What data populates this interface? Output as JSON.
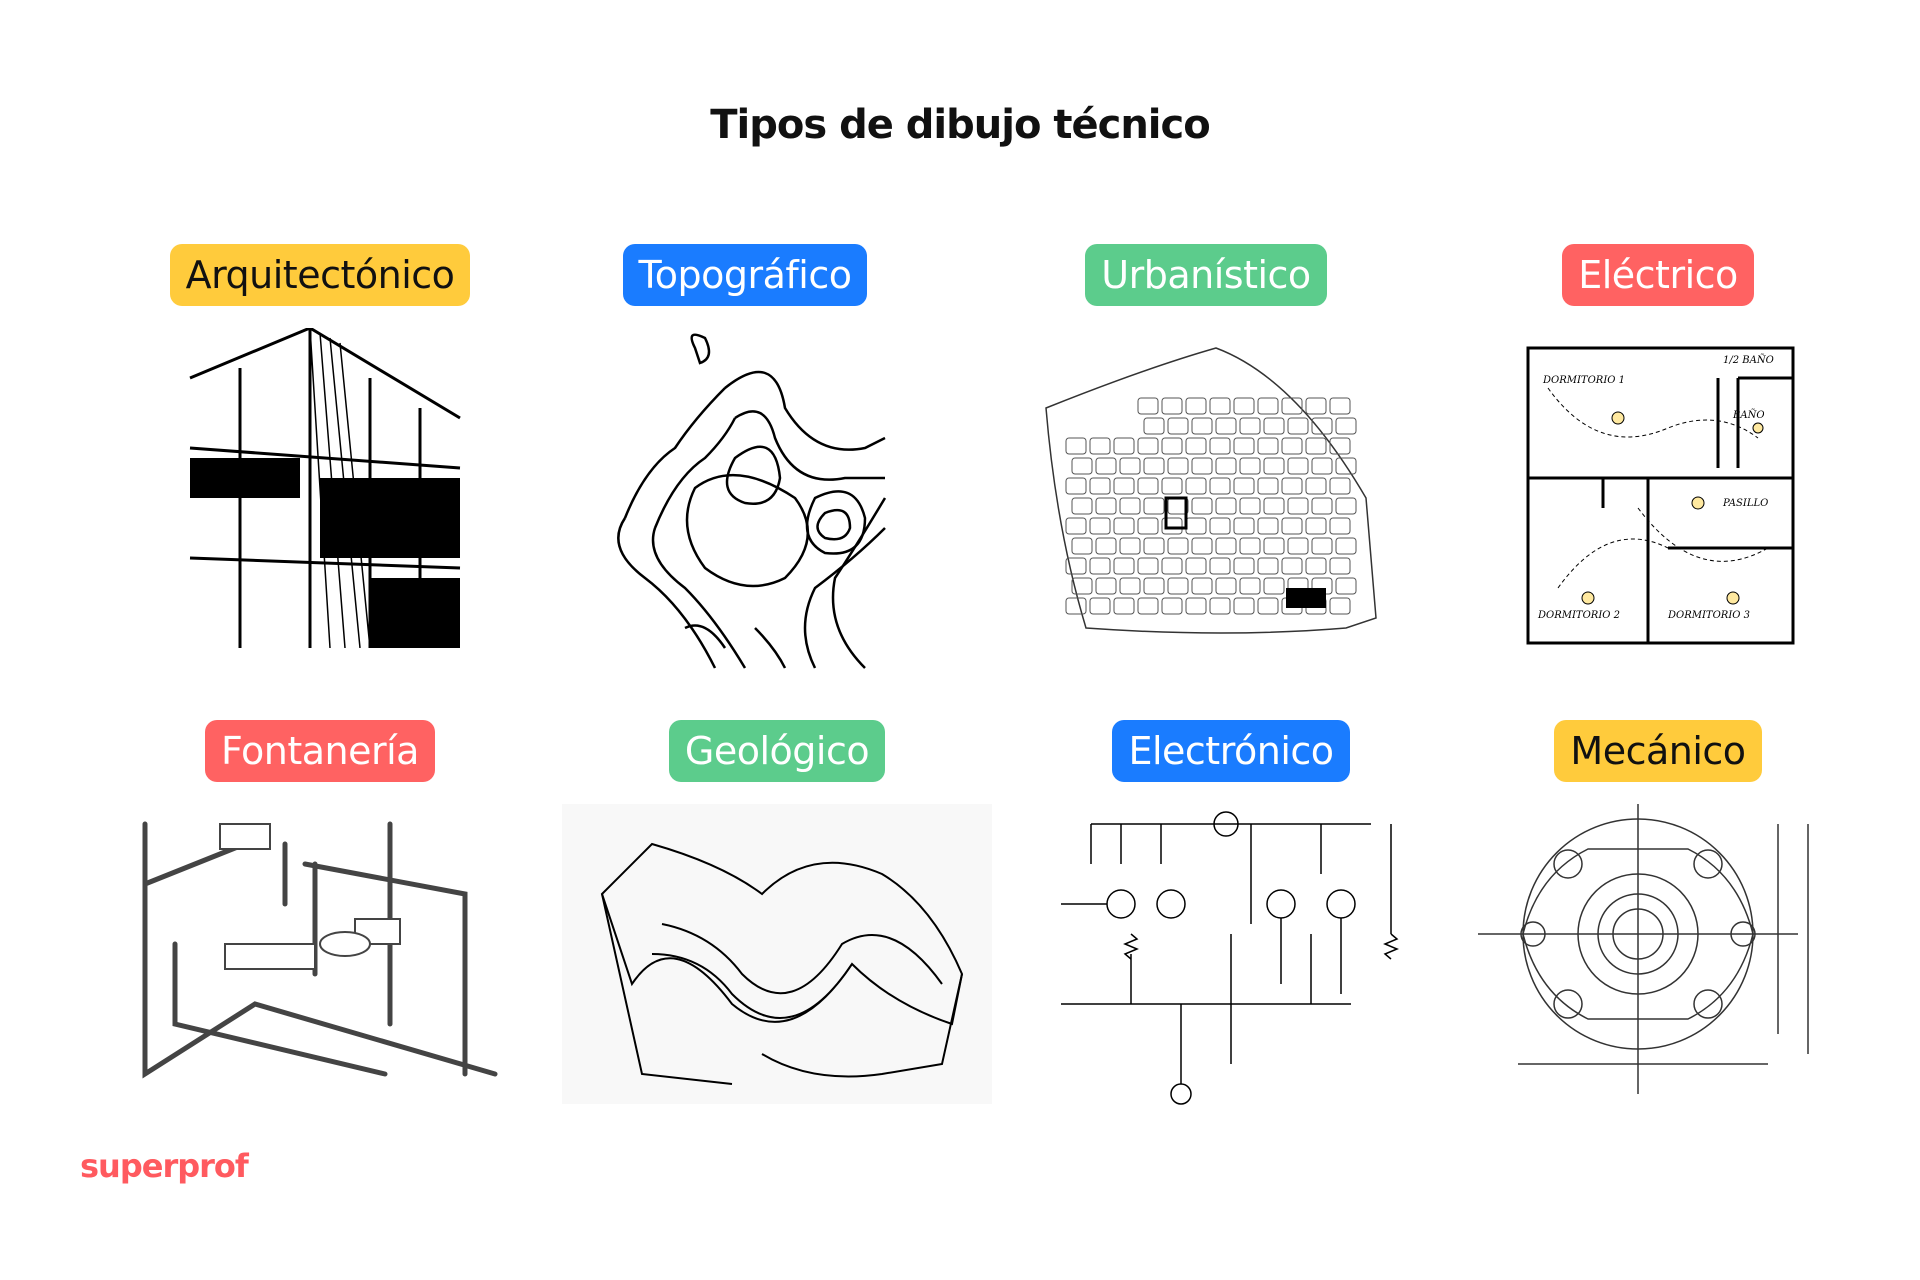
{
  "title": "Tipos de dibujo técnico",
  "items": [
    {
      "label": "Arquitectónico",
      "bg": "#ffcb3c",
      "fg": "#111111",
      "image": "architecture-facade-drawing"
    },
    {
      "label": "Topográfico",
      "bg": "#1a7cff",
      "fg": "#ffffff",
      "image": "topographic-contour-map"
    },
    {
      "label": "Urbanístico",
      "bg": "#5ccc8c",
      "fg": "#ffffff",
      "image": "urban-plan-map"
    },
    {
      "label": "Eléctrico",
      "bg": "#ff6262",
      "fg": "#ffffff",
      "image": "electrical-floor-plan"
    },
    {
      "label": "Fontanería",
      "bg": "#ff6262",
      "fg": "#ffffff",
      "image": "plumbing-isometric"
    },
    {
      "label": "Geológico",
      "bg": "#5ccc8c",
      "fg": "#ffffff",
      "image": "geological-fold-sketch"
    },
    {
      "label": "Electrónico",
      "bg": "#1a7cff",
      "fg": "#ffffff",
      "image": "electronic-circuit-schematic"
    },
    {
      "label": "Mecánico",
      "bg": "#ffcb3c",
      "fg": "#111111",
      "image": "mechanical-flange-drawing"
    }
  ],
  "floorplan_labels": [
    "DORMITORIO 1",
    "BAÑO",
    "1/2 BAÑO",
    "PASILLO",
    "DORMITORIO 2",
    "DORMITORIO 3"
  ],
  "brand": "superprof"
}
